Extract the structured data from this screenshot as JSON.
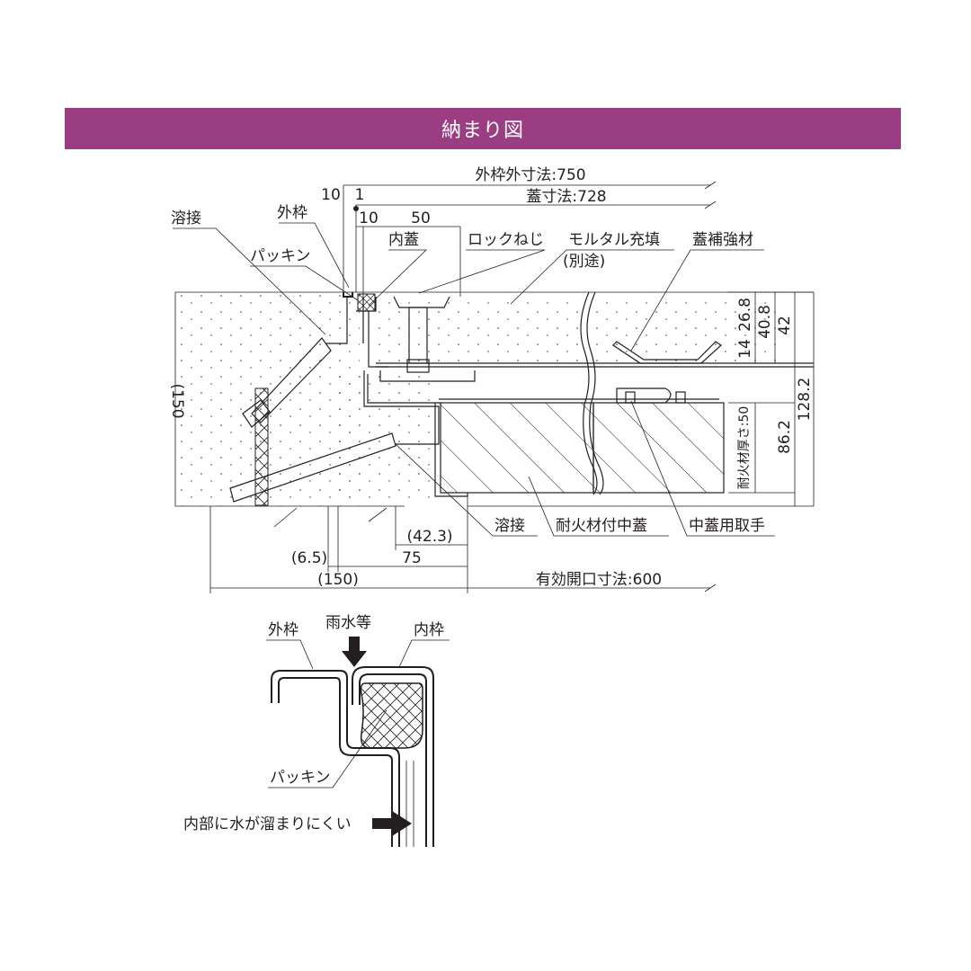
{
  "header": {
    "title": "納まり図"
  },
  "dimensions": {
    "outer_frame_size": "外枠外寸法:750",
    "cover_size": "蓋寸法:728",
    "d10_top": "10",
    "d1_top": "1",
    "d10_inner": "10",
    "d50": "50",
    "d26_8": "26.8",
    "d40_8": "40.8",
    "d42": "42",
    "d14": "14",
    "d128_2": "128.2",
    "d86_2": "86.2",
    "fire_thickness": "耐火材厚さ:50",
    "d150_left": "(150",
    "d42_3": "(42.3)",
    "d6_5": "(6.5)",
    "d75": "75",
    "d150_bottom": "(150)",
    "effective_opening": "有効開口寸法:600"
  },
  "labels": {
    "weld_top": "溶接",
    "outer_frame": "外枠",
    "packing": "パッキン",
    "inner_cover": "内蓋",
    "lock_screw": "ロックねじ",
    "mortar_line1": "モルタル充填",
    "mortar_line2": "(別途)",
    "cover_reinforcement": "蓋補強材",
    "weld_bottom": "溶接",
    "fire_cover": "耐火材付中蓋",
    "cover_handle": "中蓋用取手"
  },
  "detail": {
    "outer_frame": "外枠",
    "rain": "雨水等",
    "inner_frame": "内枠",
    "packing": "パッキン",
    "water_note": "内部に水が溜まりにくい"
  }
}
